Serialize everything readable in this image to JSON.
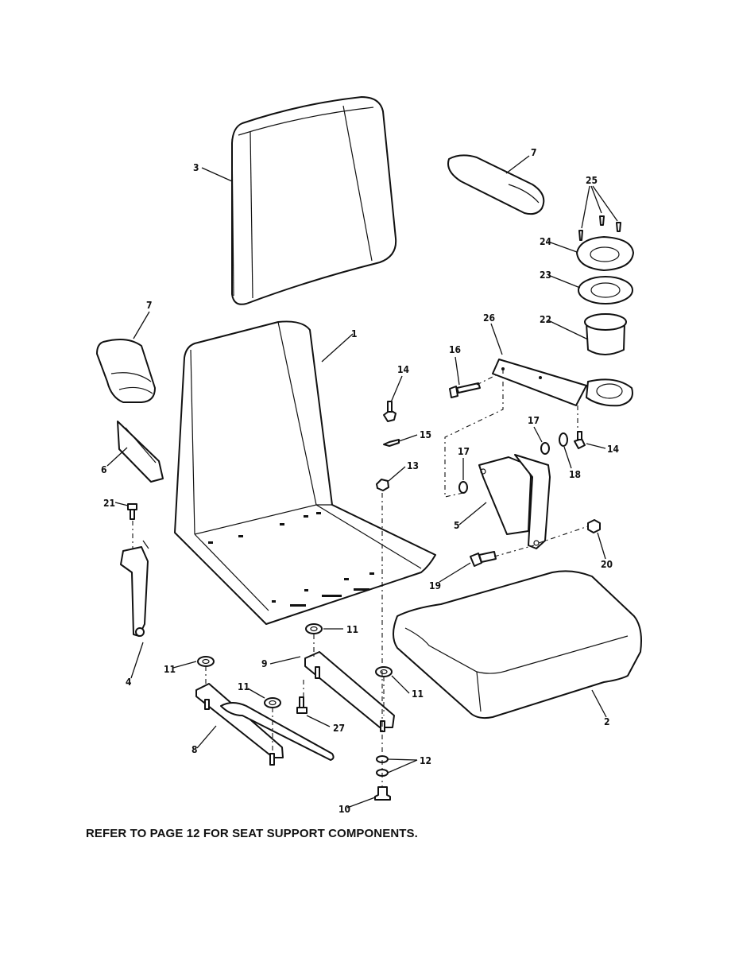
{
  "diagram": {
    "callouts": [
      {
        "id": "c1",
        "text": "1"
      },
      {
        "id": "c2",
        "text": "2"
      },
      {
        "id": "c3",
        "text": "3"
      },
      {
        "id": "c4",
        "text": "4"
      },
      {
        "id": "c5",
        "text": "5"
      },
      {
        "id": "c6",
        "text": "6"
      },
      {
        "id": "c7a",
        "text": "7"
      },
      {
        "id": "c7b",
        "text": "7"
      },
      {
        "id": "c8",
        "text": "8"
      },
      {
        "id": "c9",
        "text": "9"
      },
      {
        "id": "c10",
        "text": "10"
      },
      {
        "id": "c11a",
        "text": "11"
      },
      {
        "id": "c11b",
        "text": "11"
      },
      {
        "id": "c11c",
        "text": "11"
      },
      {
        "id": "c11d",
        "text": "11"
      },
      {
        "id": "c12",
        "text": "12"
      },
      {
        "id": "c13",
        "text": "13"
      },
      {
        "id": "c14a",
        "text": "14"
      },
      {
        "id": "c14b",
        "text": "14"
      },
      {
        "id": "c15",
        "text": "15"
      },
      {
        "id": "c16",
        "text": "16"
      },
      {
        "id": "c17a",
        "text": "17"
      },
      {
        "id": "c17b",
        "text": "17"
      },
      {
        "id": "c18",
        "text": "18"
      },
      {
        "id": "c19",
        "text": "19"
      },
      {
        "id": "c20",
        "text": "20"
      },
      {
        "id": "c21",
        "text": "21"
      },
      {
        "id": "c22",
        "text": "22"
      },
      {
        "id": "c23",
        "text": "23"
      },
      {
        "id": "c24",
        "text": "24"
      },
      {
        "id": "c25",
        "text": "25"
      },
      {
        "id": "c26",
        "text": "26"
      },
      {
        "id": "c27",
        "text": "27"
      }
    ]
  },
  "note": "REFER TO PAGE 12 FOR SEAT SUPPORT COMPONENTS."
}
